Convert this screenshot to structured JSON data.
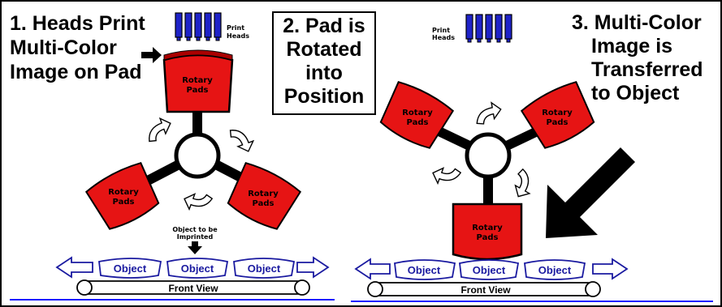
{
  "steps": {
    "step1_line1": "1. Heads Print",
    "step1_line2": "Multi-Color",
    "step1_line3": "Image on Pad",
    "step2_line1": "2. Pad is",
    "step2_line2": "Rotated",
    "step2_line3": "into",
    "step2_line4": "Position",
    "step3_line1": "3. Multi-Color",
    "step3_line2": "Image is",
    "step3_line3": "Transferred",
    "step3_line4": "to Object"
  },
  "labels": {
    "print_heads_1": "Print",
    "print_heads_2": "Heads",
    "pad_1": "Rotary",
    "pad_2": "Pads",
    "object": "Object",
    "object_to_be_1": "Object to be",
    "object_to_be_2": "Imprinted",
    "front_view": "Front View"
  },
  "colors": {
    "pad_red": "#e61414",
    "head_blue": "#1e22c8",
    "object_outline": "#1a1aa0",
    "conveyor_line": "#1a1aff"
  }
}
